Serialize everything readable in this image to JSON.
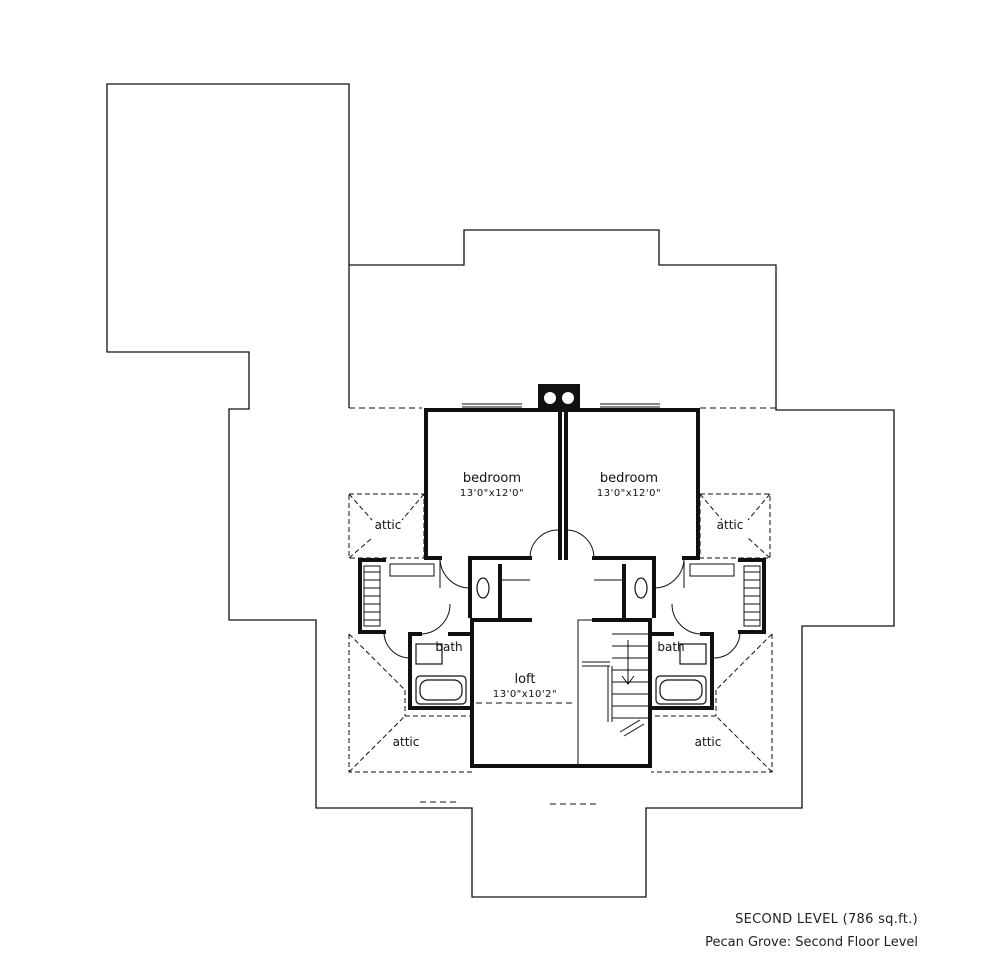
{
  "rooms": {
    "bedroom_left": {
      "name": "bedroom",
      "dims": "13'0\"x12'0\""
    },
    "bedroom_right": {
      "name": "bedroom",
      "dims": "13'0\"x12'0\""
    },
    "loft": {
      "name": "loft",
      "dims": "13'0\"x10'2\""
    },
    "bath_left": {
      "name": "bath"
    },
    "bath_right": {
      "name": "bath"
    },
    "attic_tl": "attic",
    "attic_tr": "attic",
    "attic_bl": "attic",
    "attic_br": "attic"
  },
  "caption": {
    "level": "SECOND LEVEL (786 sq.ft.)",
    "subtitle": "Pecan Grove: Second Floor Level"
  }
}
